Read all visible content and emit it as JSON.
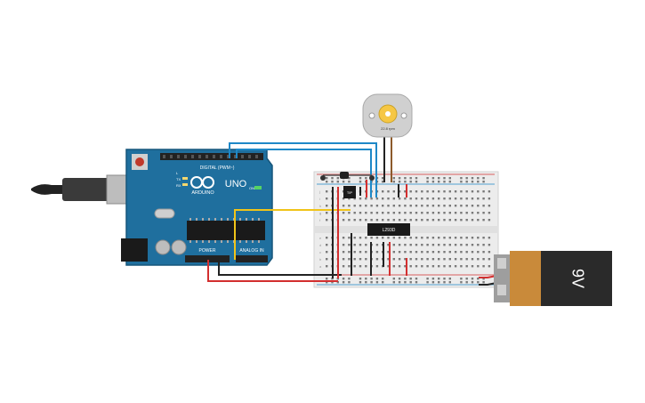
{
  "arduino": {
    "brand": "ARDUINO",
    "model": "UNO",
    "digital_header": "DIGITAL (PWM~)",
    "power_header": "POWER",
    "analog_header": "ANALOG IN",
    "tx_label": "TX",
    "rx_label": "RX",
    "l_label": "L",
    "on_label": "ON",
    "board_color": "#1f6f9e"
  },
  "motor": {
    "caption": "22.8 rpm"
  },
  "battery": {
    "label": "9V",
    "body_color": "#2a2a2a",
    "cap_color": "#c98a3a"
  },
  "transistor": {
    "label": "TIP"
  },
  "driver_ic": {
    "label": "L293D"
  },
  "breadboard": {
    "row_letters_top": [
      "j",
      "i",
      "h",
      "g",
      "f"
    ],
    "row_letters_bottom": [
      "e",
      "d",
      "c",
      "b",
      "a"
    ]
  },
  "wire_colors": {
    "red": "#d32f2f",
    "black": "#222222",
    "blue": "#1e88c7",
    "yellow": "#f0c419",
    "brown": "#8d5a2b"
  }
}
